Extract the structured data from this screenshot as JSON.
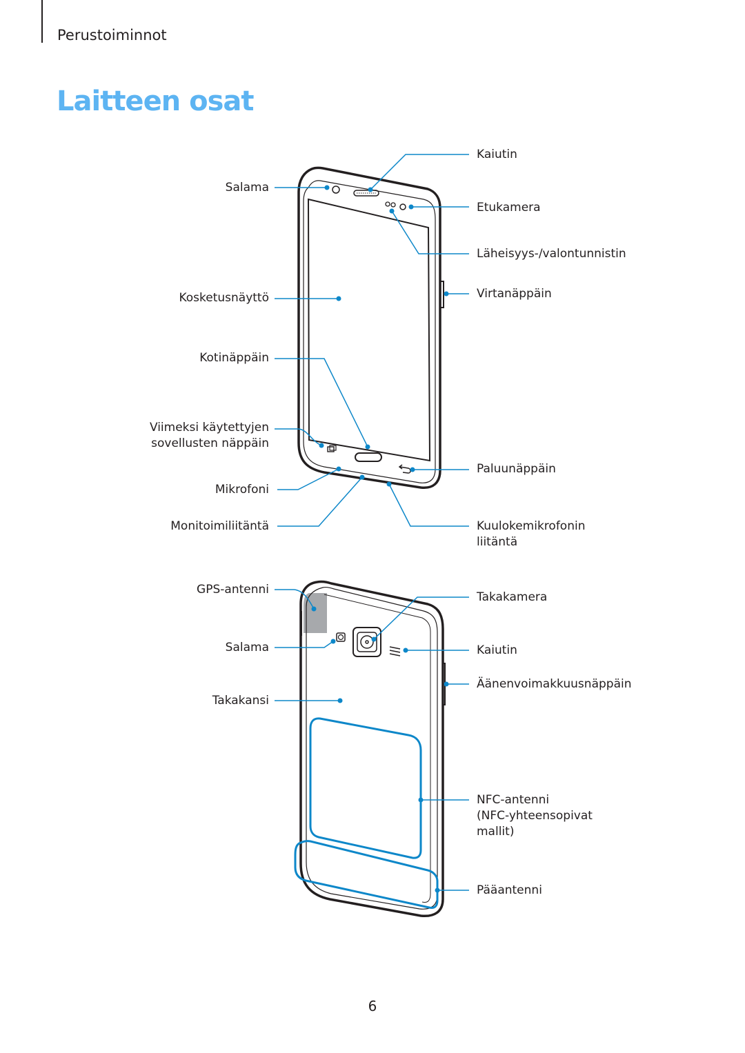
{
  "header": {
    "section": "Perustoiminnot"
  },
  "page": {
    "title": "Laitteen osat",
    "number": "6"
  },
  "accent_color": "#0d87c9",
  "title_color": "#5db4f2",
  "front_labels": {
    "kaiutin": "Kaiutin",
    "salama": "Salama",
    "etukamera": "Etukamera",
    "laheisyys": "Läheisyys-/valontunnistin",
    "kosketusnaytto": "Kosketusnäyttö",
    "virtanappain": "Virtanäppäin",
    "kotinappain": "Kotinäppäin",
    "viimeksi": "Viimeksi käytettyjen\nsovellusten näppäin",
    "paluunappain": "Paluunäppäin",
    "mikrofoni": "Mikrofoni",
    "monitoimi": "Monitoimiliitäntä",
    "kuuloke": "Kuulokemikrofonin\nliitäntä"
  },
  "back_labels": {
    "gps": "GPS-antenni",
    "takakamera": "Takakamera",
    "salama": "Salama",
    "kaiutin": "Kaiutin",
    "aanenvoimakkuus": "Äänenvoimakkuusnäppäin",
    "takakansi": "Takakansi",
    "nfc": "NFC-antenni\n(NFC-yhteensopivat\nmallit)",
    "paaantenni": "Pääantenni"
  }
}
